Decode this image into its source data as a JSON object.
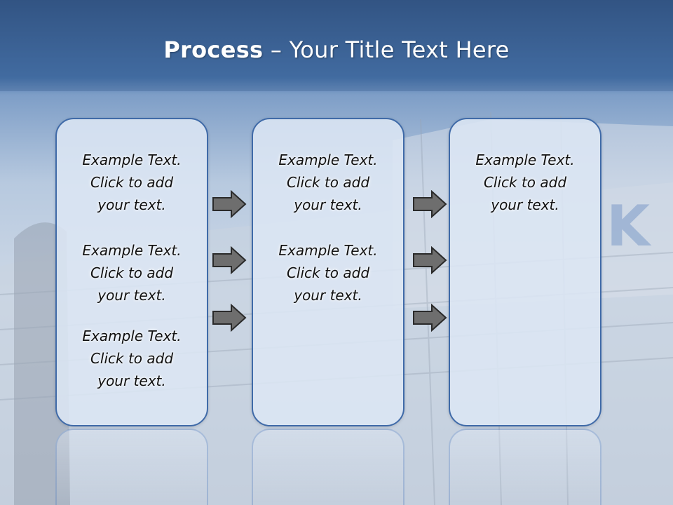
{
  "slide": {
    "title_bold": "Process",
    "title_rest": " – Your Title Text Here"
  },
  "columns": [
    {
      "blocks": [
        {
          "line1": "Example Text.",
          "line2": "Click  to add",
          "line3": "your text."
        },
        {
          "line1": "Example Text.",
          "line2": "Click  to add",
          "line3": "your text."
        },
        {
          "line1": "Example Text.",
          "line2": "Click  to add",
          "line3": "your text."
        }
      ]
    },
    {
      "blocks": [
        {
          "line1": "Example Text.",
          "line2": "Click  to add",
          "line3": "your text."
        },
        {
          "line1": "Example Text.",
          "line2": "Click  to add",
          "line3": "your text."
        }
      ]
    },
    {
      "blocks": [
        {
          "line1": "Example Text.",
          "line2": "Click  to add",
          "line3": "your text."
        }
      ]
    }
  ],
  "colors": {
    "header": "#2f4f7c",
    "panel_border": "#3f6aa8",
    "panel_fill": "#dce6f4",
    "arrow_fill": "#6e6e6e",
    "arrow_stroke": "#2a2a2a"
  },
  "icons": [
    "right-arrow-icon"
  ]
}
